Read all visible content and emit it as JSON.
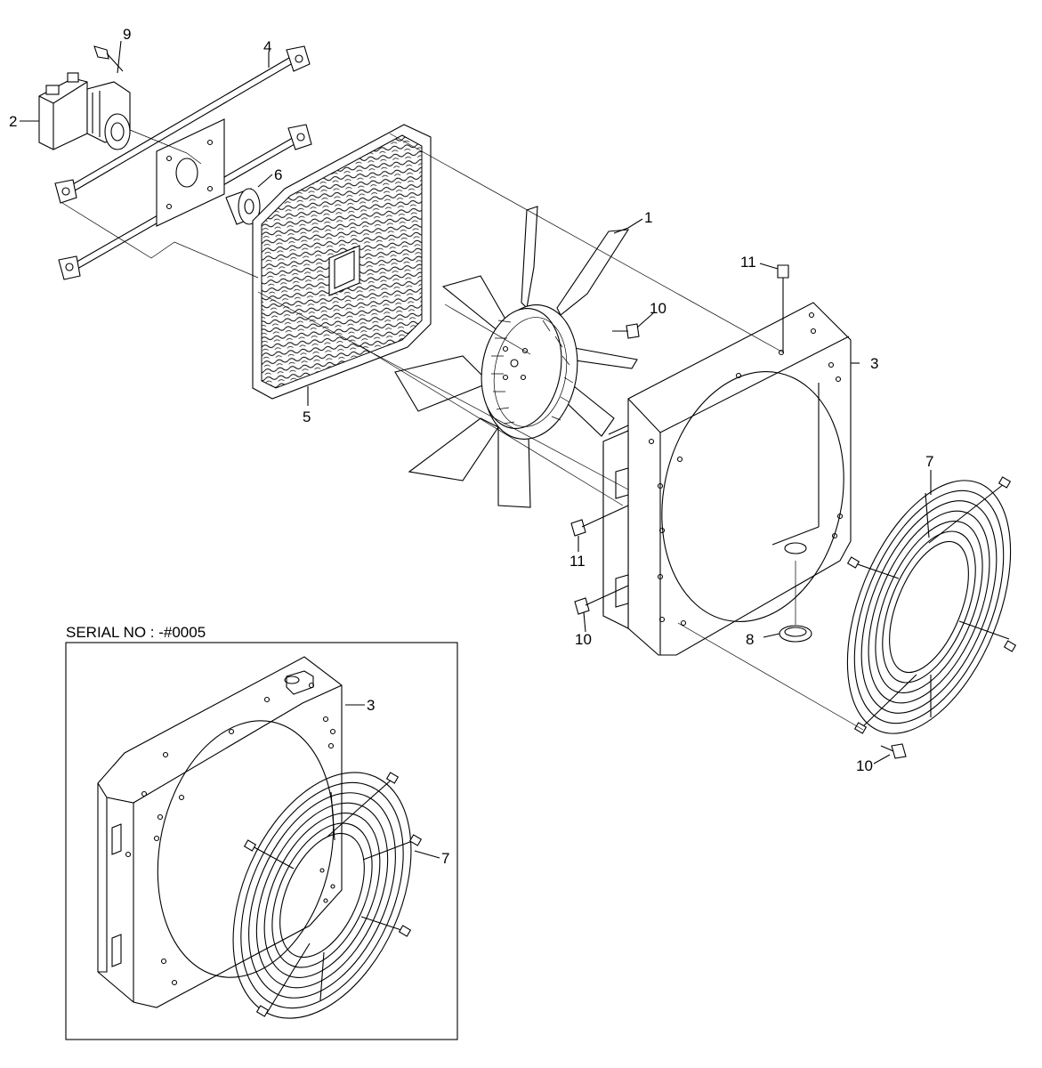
{
  "inset": {
    "caption": "SERIAL NO : -#0005"
  },
  "callouts": {
    "c1": "1",
    "c2": "2",
    "c3": "3",
    "c4": "4",
    "c5": "5",
    "c6": "6",
    "c7": "7",
    "c8": "8",
    "c9": "9",
    "c10a": "10",
    "c10b": "10",
    "c10c": "10",
    "c11a": "11",
    "c11b": "11",
    "inset_c3": "3",
    "inset_c7": "7"
  }
}
